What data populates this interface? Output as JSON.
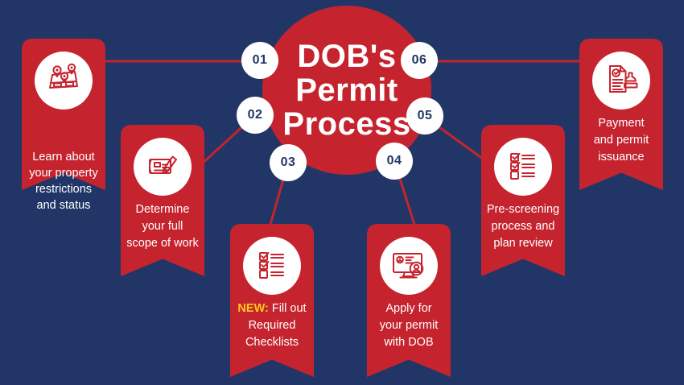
{
  "title": {
    "line1": "DOB's",
    "line2": "Permit",
    "line3": "Process"
  },
  "colors": {
    "background": "#213666",
    "accent_red": "#c5242f",
    "badge_text": "#213666",
    "highlight_yellow": "#ffc81e",
    "text_white": "#ffffff"
  },
  "steps": [
    {
      "number": "01",
      "icon": "map-pins-icon",
      "lines": [
        "Learn about",
        "your property",
        "restrictions",
        "and status"
      ]
    },
    {
      "number": "02",
      "icon": "blueprint-pencil-icon",
      "lines": [
        "Determine",
        "your full",
        "scope of work"
      ]
    },
    {
      "number": "03",
      "icon": "checklist-icon",
      "line1": {
        "highlight": "NEW:",
        "rest": " Fill out"
      },
      "lines": [
        "Required",
        "Checklists"
      ]
    },
    {
      "number": "04",
      "icon": "monitor-apply-icon",
      "lines": [
        "Apply for",
        "your permit",
        "with DOB"
      ]
    },
    {
      "number": "05",
      "icon": "checklist-review-icon",
      "lines": [
        "Pre-screening",
        "process and",
        "plan review"
      ]
    },
    {
      "number": "06",
      "icon": "payment-stamp-icon",
      "lines": [
        "Payment",
        "and permit",
        "issuance"
      ]
    }
  ]
}
